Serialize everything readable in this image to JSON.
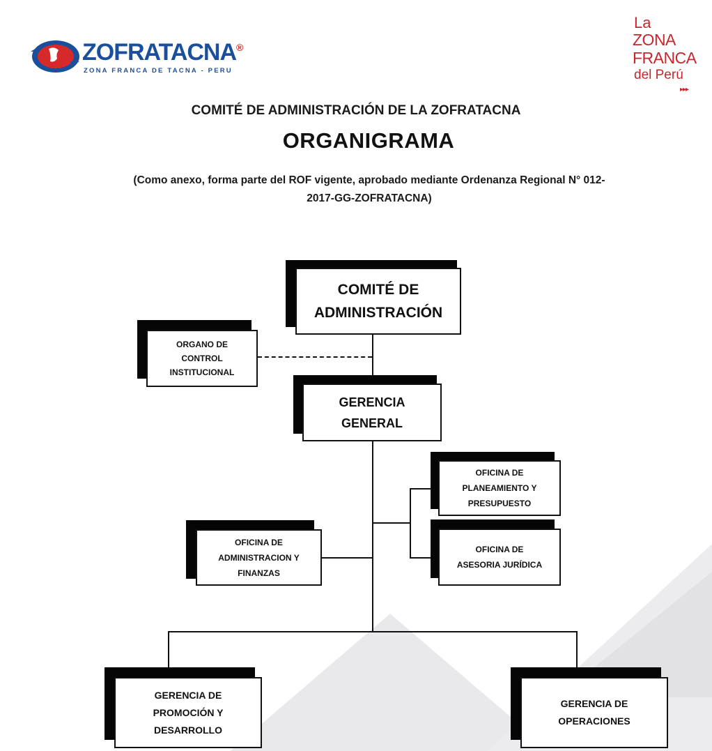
{
  "header": {
    "logo_left_name": "ZOFRATACNA",
    "logo_left_sub": "ZONA FRANCA DE TACNA - PERU",
    "logo_left_reg": "®",
    "logo_right": [
      "La",
      "ZONA",
      "FRANCA",
      "del Perú",
      "▸▸▸"
    ],
    "title": "COMITÉ DE ADMINISTRACIÓN DE LA ZOFRATACNA",
    "subtitle": "ORGANIGRAMA",
    "annex_line1": "(Como anexo, forma parte del ROF vigente, aprobado mediante Ordenanza Regional N° 012-",
    "annex_line2": "2017-GG-ZOFRATACNA)"
  },
  "colors": {
    "brand_blue": "#1b4f9c",
    "brand_red": "#d62a2a",
    "zona_franca_red": "#c8262c",
    "box_border": "#111111",
    "box_shadow": "#050505"
  },
  "org": {
    "comite": [
      "COMITÉ DE",
      "ADMINISTRACIÓN"
    ],
    "organo_control": [
      "ORGANO DE",
      "CONTROL",
      "INSTITUCIONAL"
    ],
    "gerencia_general": [
      "GERENCIA",
      "GENERAL"
    ],
    "planeamiento": [
      "OFICINA DE",
      "PLANEAMIENTO Y",
      "PRESUPUESTO"
    ],
    "asesoria": [
      "OFICINA DE",
      "ASESORIA JURÍDICA"
    ],
    "administracion": [
      "OFICINA DE",
      "ADMINISTRACION Y",
      "FINANZAS"
    ],
    "promocion": [
      "GERENCIA DE",
      "PROMOCIÓN Y",
      "DESARROLLO"
    ],
    "operaciones": [
      "GERENCIA DE",
      "OPERACIONES"
    ]
  }
}
